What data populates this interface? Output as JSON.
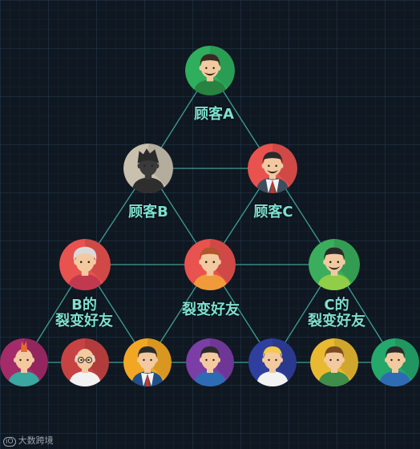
{
  "labels": {
    "customer_a": "顾客A",
    "customer_b": "顾客B",
    "customer_c": "顾客C",
    "b_friends_line1": "B的",
    "b_friends_line2": "裂变好友",
    "mid_friends": "裂变好友",
    "c_friends_line1": "C的",
    "c_friends_line2": "裂变好友"
  },
  "watermark": {
    "logo": "iO",
    "text": "大数跨境"
  },
  "colors": {
    "line": "#3e9f94",
    "label": "#7ee0cf",
    "background": "#0f1721"
  },
  "nodes": [
    {
      "id": "customer-a",
      "bg": "#2fae5e",
      "skin": "#f3c9a0",
      "hair": "#3a2a22",
      "shirt": "#27833f",
      "hair_style": "short",
      "beard": true
    },
    {
      "id": "customer-b",
      "bg": "#c9c0ae",
      "skin": "#3a3a3a",
      "hair": "#2a2a2a",
      "shirt": "#2e2e2e",
      "hair_style": "spiky"
    },
    {
      "id": "customer-c",
      "bg": "#e8524f",
      "skin": "#f3c9a0",
      "hair": "#2a2a2a",
      "shirt": "#3d4e5e",
      "hair_style": "short",
      "tie": true,
      "beard": true
    },
    {
      "id": "b-friend-top",
      "bg": "#e8524f",
      "skin": "#f3c9a0",
      "hair": "#d9d9d9",
      "shirt": "#c0394f",
      "hair_style": "curly"
    },
    {
      "id": "mid-friend-top",
      "bg": "#e8524f",
      "skin": "#f3c9a0",
      "hair": "#b0552c",
      "shirt": "#f09a3a",
      "hair_style": "short"
    },
    {
      "id": "c-friend-top",
      "bg": "#3aae5c",
      "skin": "#f3c9a0",
      "hair": "#2a2a2a",
      "shirt": "#8fce46",
      "hair_style": "short",
      "beard": true
    },
    {
      "id": "bottom-1",
      "bg": "#a42b6a",
      "skin": "#f3c9a0",
      "hair": "#e96a2e",
      "shirt": "#3aa7a0",
      "hair_style": "mohawk"
    },
    {
      "id": "bottom-2",
      "bg": "#c74343",
      "skin": "#f3c9a0",
      "hair": "#d9d9d9",
      "shirt": "#f2f2f2",
      "hair_style": "bald",
      "glasses": true
    },
    {
      "id": "bottom-3",
      "bg": "#f2a724",
      "skin": "#f3c9a0",
      "hair": "#2a2a2a",
      "shirt": "#1f4f86",
      "hair_style": "short",
      "tie": true
    },
    {
      "id": "bottom-4",
      "bg": "#7b3ea6",
      "skin": "#f3c9a0",
      "hair": "#2a2a2a",
      "shirt": "#2d6cb5",
      "hair_style": "short"
    },
    {
      "id": "bottom-5",
      "bg": "#2f3f9e",
      "skin": "#f3c9a0",
      "hair": "#f2c94c",
      "shirt": "#f2f2f2",
      "hair_style": "short"
    },
    {
      "id": "bottom-6",
      "bg": "#e9b932",
      "skin": "#f3c9a0",
      "hair": "#7b4a1e",
      "shirt": "#3e8e4a",
      "hair_style": "short"
    },
    {
      "id": "bottom-7",
      "bg": "#24a86c",
      "skin": "#f3c9a0",
      "hair": "#2a2a2a",
      "shirt": "#2d6cb5",
      "hair_style": "short"
    }
  ],
  "edges": [
    [
      "customer-a",
      "customer-b"
    ],
    [
      "customer-a",
      "customer-c"
    ],
    [
      "customer-b",
      "customer-c"
    ],
    [
      "customer-b",
      "b-friend-top"
    ],
    [
      "customer-b",
      "mid-friend-top"
    ],
    [
      "customer-c",
      "mid-friend-top"
    ],
    [
      "customer-c",
      "c-friend-top"
    ],
    [
      "b-friend-top",
      "mid-friend-top"
    ],
    [
      "mid-friend-top",
      "c-friend-top"
    ],
    [
      "b-friend-top",
      "bottom-1"
    ],
    [
      "b-friend-top",
      "bottom-3"
    ],
    [
      "mid-friend-top",
      "bottom-3"
    ],
    [
      "mid-friend-top",
      "bottom-5"
    ],
    [
      "c-friend-top",
      "bottom-5"
    ],
    [
      "c-friend-top",
      "bottom-7"
    ],
    [
      "bottom-1",
      "bottom-2"
    ],
    [
      "bottom-2",
      "bottom-3"
    ],
    [
      "bottom-3",
      "bottom-4"
    ],
    [
      "bottom-4",
      "bottom-5"
    ],
    [
      "bottom-5",
      "bottom-6"
    ],
    [
      "bottom-6",
      "bottom-7"
    ]
  ]
}
